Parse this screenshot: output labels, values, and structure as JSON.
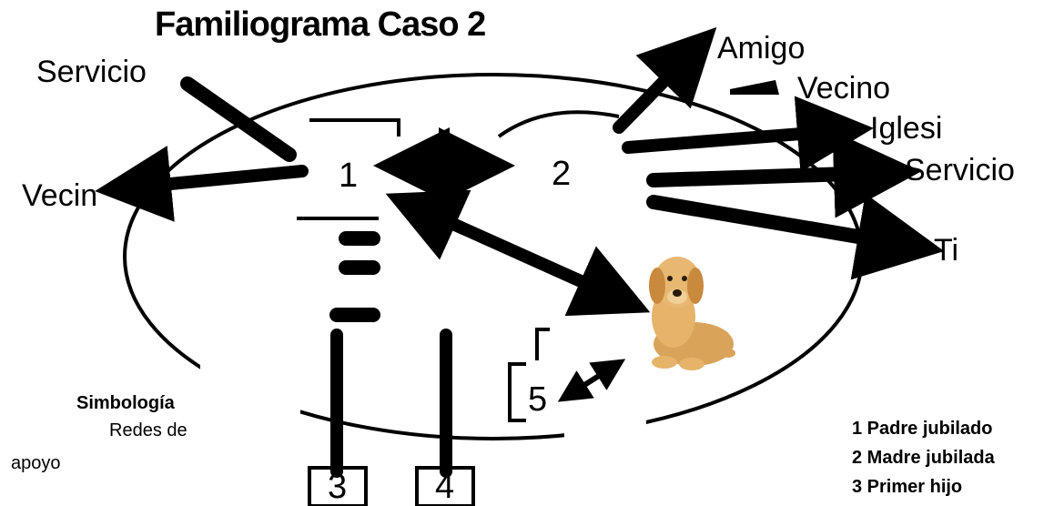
{
  "title": "Familiograma Caso 2",
  "nodes": {
    "n1": "1",
    "n2": "2",
    "n3": "3",
    "n4": "4",
    "n5": "5"
  },
  "support_labels": {
    "servicio_left": "Servicio",
    "vecin_left": "Vecin",
    "amigo": "Amigo",
    "vecino": "Vecino",
    "iglesi": "Iglesi",
    "servicio_right": "Servicio",
    "ti": "Ti"
  },
  "legend": {
    "title": "Simbología",
    "line1": "Redes de",
    "line2": "apoyo"
  },
  "key": [
    "1 Padre jubilado",
    "2 Madre jubilada",
    "3 Primer hijo"
  ],
  "pet_icon": "puppy-icon"
}
